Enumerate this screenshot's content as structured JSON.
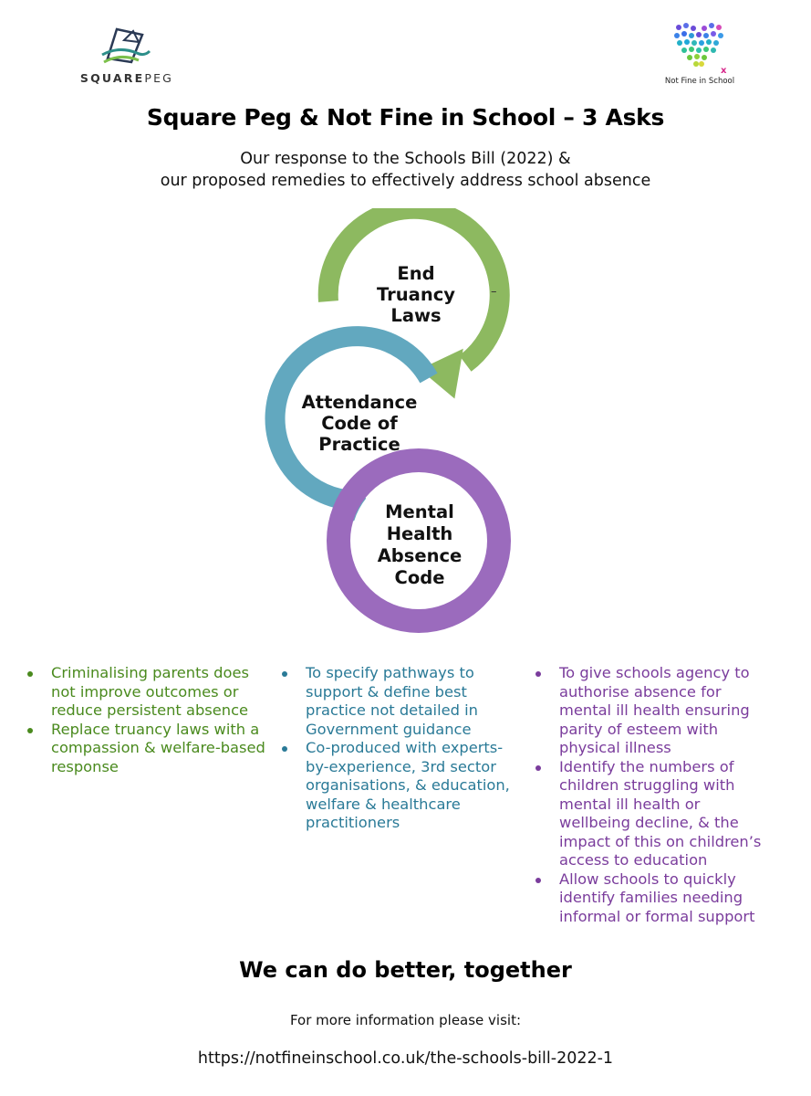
{
  "logos": {
    "left": {
      "brand_bold": "SQUARE",
      "brand_light": "PEG"
    },
    "right": {
      "caption": "Not Fine in School",
      "mark": "x"
    }
  },
  "header": {
    "title": "Square Peg & Not Fine in School – 3 Asks",
    "subtitle_line1": "Our response to the Schools Bill (2022) &",
    "subtitle_line2": "our proposed remedies to effectively address school absence"
  },
  "diagram": {
    "rings": [
      {
        "label_lines": [
          "End",
          "Truancy",
          "Laws"
        ],
        "color": "#8db960",
        "extra": "–"
      },
      {
        "label_lines": [
          "Attendance",
          "Code of",
          "Practice"
        ],
        "color": "#62a8bf"
      },
      {
        "label_lines": [
          "Mental",
          "Health",
          "Absence",
          "Code"
        ],
        "color": "#9b6bbd"
      }
    ]
  },
  "columns": [
    {
      "color": "#4a8a1e",
      "items": [
        "Criminalising parents does not improve outcomes or reduce persistent absence",
        "Replace truancy laws with a compassion & welfare-based response"
      ]
    },
    {
      "color": "#2a7a97",
      "items": [
        "To specify pathways to support & define best practice not detailed in Government guidance",
        "Co-produced with experts-by-experience, 3rd sector organisations, & education, welfare & healthcare practitioners"
      ]
    },
    {
      "color": "#7a3c9c",
      "items": [
        "To give schools agency to authorise absence for mental ill health ensuring parity of esteem with physical illness",
        "Identify the numbers of children struggling with mental ill health or wellbeing decline, & the impact of this on children’s access to education",
        "Allow schools to quickly identify families needing informal or formal support"
      ]
    }
  ],
  "footer": {
    "tagline": "We can do better, together",
    "more_info": "For more information please visit:",
    "url": "https://notfineinschool.co.uk/the-schools-bill-2022-1"
  }
}
